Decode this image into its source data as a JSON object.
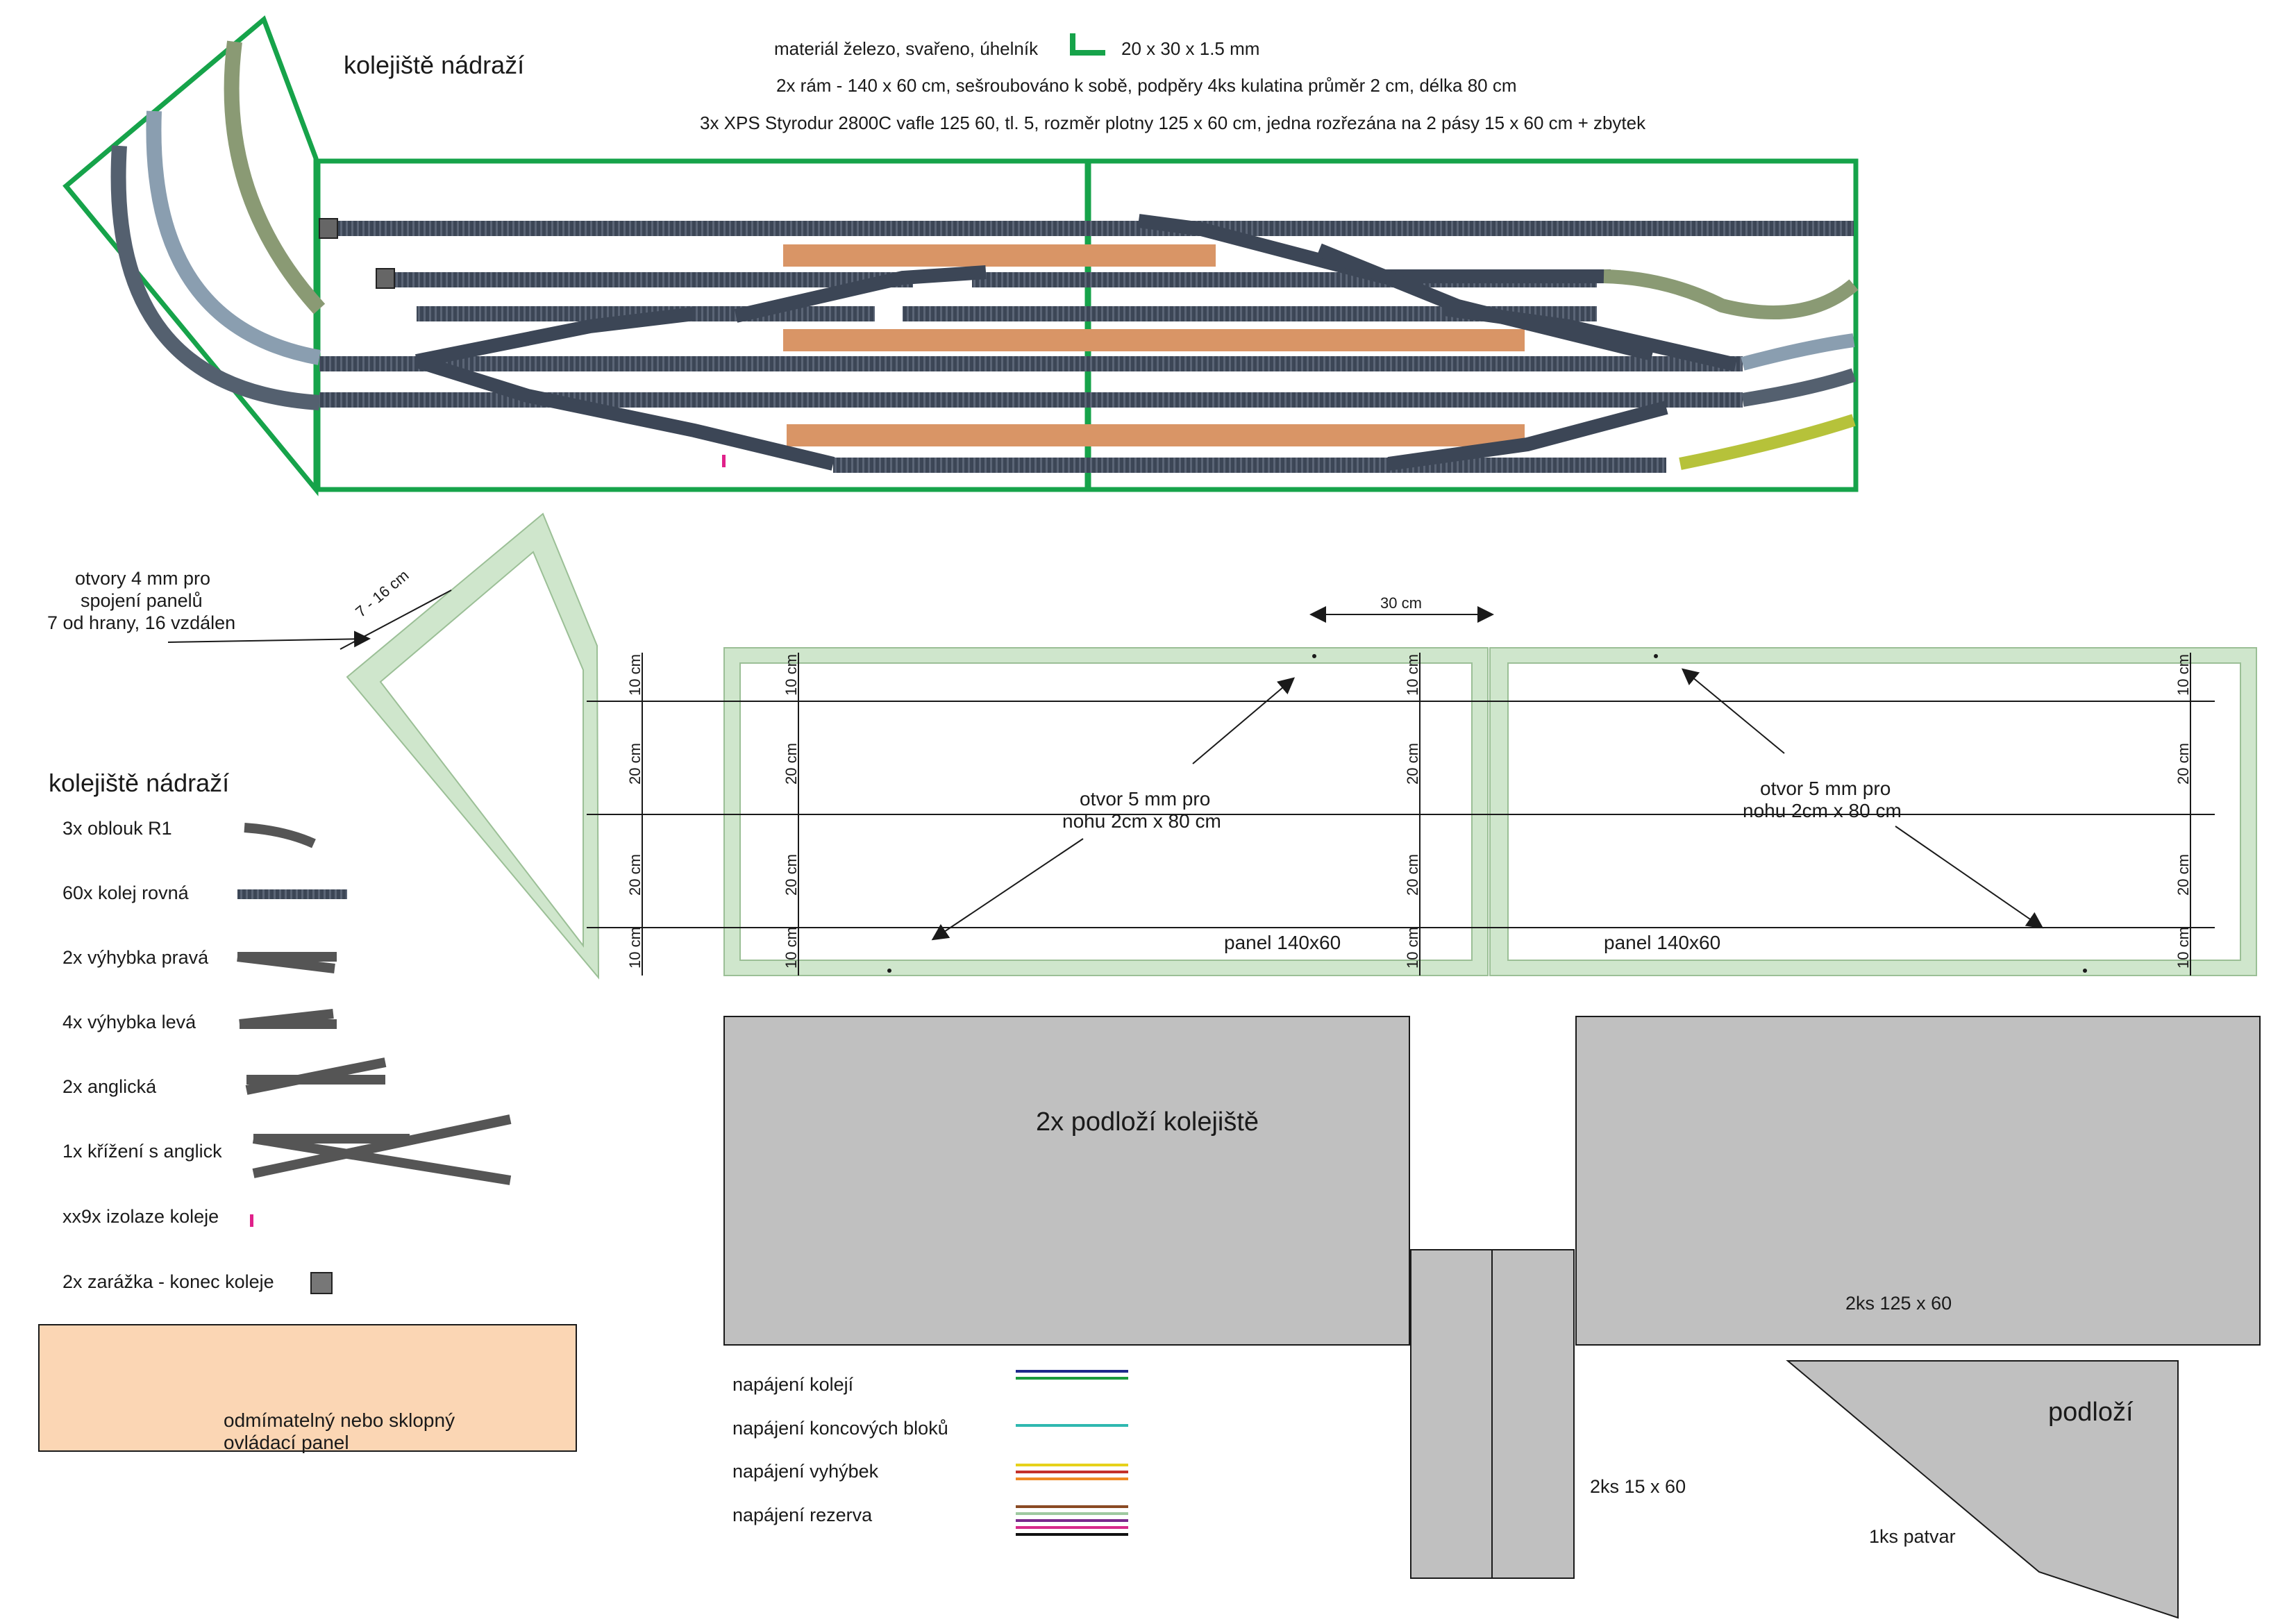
{
  "top_title": "kolejiště nádraží",
  "specs": {
    "material_label": "materiál železo, svařeno, úhelník",
    "material_size": "20 x 30 x 1.5 mm",
    "frame": "2x rám - 140 x 60 cm, sešroubováno k sobě, podpěry 4ks kulatina  průměr 2 cm,  délka 80 cm",
    "xps": "3x XPS Styrodur 2800C vafle 125 60, tl. 5,  rozměr plotny 125 x 60 cm, jedna rozřezána na 2 pásy 15 x 60 cm + zbytek"
  },
  "frame_notes": {
    "holes_note": [
      "otvory 4 mm pro",
      "spojení panelů",
      "7 od hrany, 16 vzdálen"
    ],
    "holes_dim": "7 - 16 cm",
    "span_30": "30 cm",
    "leg_note": [
      "otvor 5 mm pro",
      "nohu 2cm  x 80 cm"
    ],
    "panel_label": "panel 140x60",
    "dim_10": "10 cm",
    "dim_20": "20 cm"
  },
  "legend": {
    "title": "kolejiště nádraží",
    "items": [
      "3x oblouk R1",
      "60x  kolej rovná",
      "2x výhybka pravá",
      "4x výhybka levá",
      "2x anglická",
      "1x křížení s anglick",
      "xx9x izolaze koleje",
      "2x zarážka - konec koleje"
    ]
  },
  "control_panel": [
    "odmímatelný nebo sklopný",
    "ovládací panel"
  ],
  "boards": {
    "main_label": "2x podloží kolejiště",
    "big_label": "2ks   125 x 60",
    "strips_label": "2ks   15 x 60",
    "shape_title": "podloží",
    "shape_label": "1ks   patvar"
  },
  "wiring": {
    "items": [
      {
        "label": "napájení kolejí",
        "colors": [
          "#1f2a8c",
          "#1b9a3c"
        ]
      },
      {
        "label": "napájení koncových bloků",
        "colors": [
          "#2fb8b0"
        ]
      },
      {
        "label": "napájení vyhýbek",
        "colors": [
          "#e6d11a",
          "#c4312b",
          "#ef8a22"
        ]
      },
      {
        "label": "napájení rezerva",
        "colors": [
          "#8a4a24",
          "#9ec9a0",
          "#7b2a8c",
          "#d62a8a",
          "#111111"
        ]
      }
    ]
  },
  "colors": {
    "frame_green": "#16a34a",
    "panel_fill": "#cfe6cc",
    "board_gray": "#c0c0c0",
    "platform": "#d99566",
    "control_panel": "#fbd6b4",
    "track_dark": "#3c4656",
    "iso_pink": "#e0218a"
  }
}
